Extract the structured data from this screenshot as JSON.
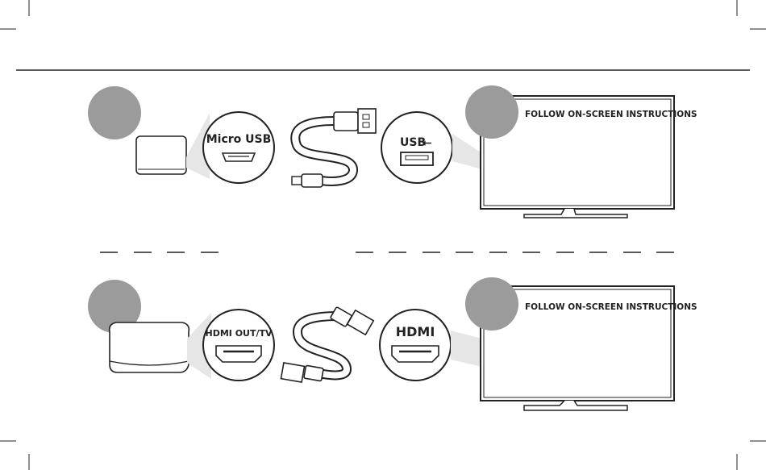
{
  "step1": {
    "port_label": "Micro USB",
    "tv_port_label": "USB",
    "usb_symbol": "⭠",
    "screen_text": "FOLLOW ON-SCREEN INSTRUCTIONS"
  },
  "step2": {
    "port_label": "HDMI OUT/TV",
    "tv_port_label": "HDMI",
    "screen_text": "FOLLOW ON-SCREEN INSTRUCTIONS"
  },
  "colors": {
    "badge": "#9b9b9b",
    "line": "#222222",
    "cone": "#e6e6e6"
  },
  "icons": [
    "usb-cable-icon",
    "hdmi-cable-icon",
    "tv-icon",
    "device-icon"
  ]
}
